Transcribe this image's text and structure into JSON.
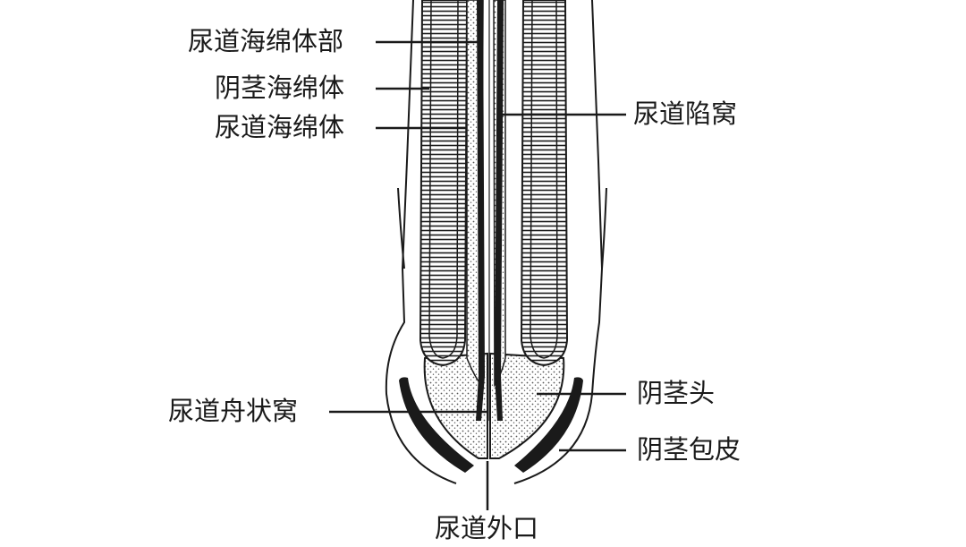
{
  "colors": {
    "ink": "#1a1a1a",
    "paper": "#ffffff",
    "stipple": "#555555"
  },
  "labels": {
    "urethra_spongy_part": "尿道海绵体部",
    "corpus_cavernosum_penis": "阴茎海绵体",
    "corpus_spongiosum": "尿道海绵体",
    "urethral_lacuna": "尿道陷窝",
    "navicular_fossa": "尿道舟状窝",
    "glans_penis": "阴茎头",
    "prepuce": "阴茎包皮",
    "external_urethral_orifice": "尿道外口"
  }
}
